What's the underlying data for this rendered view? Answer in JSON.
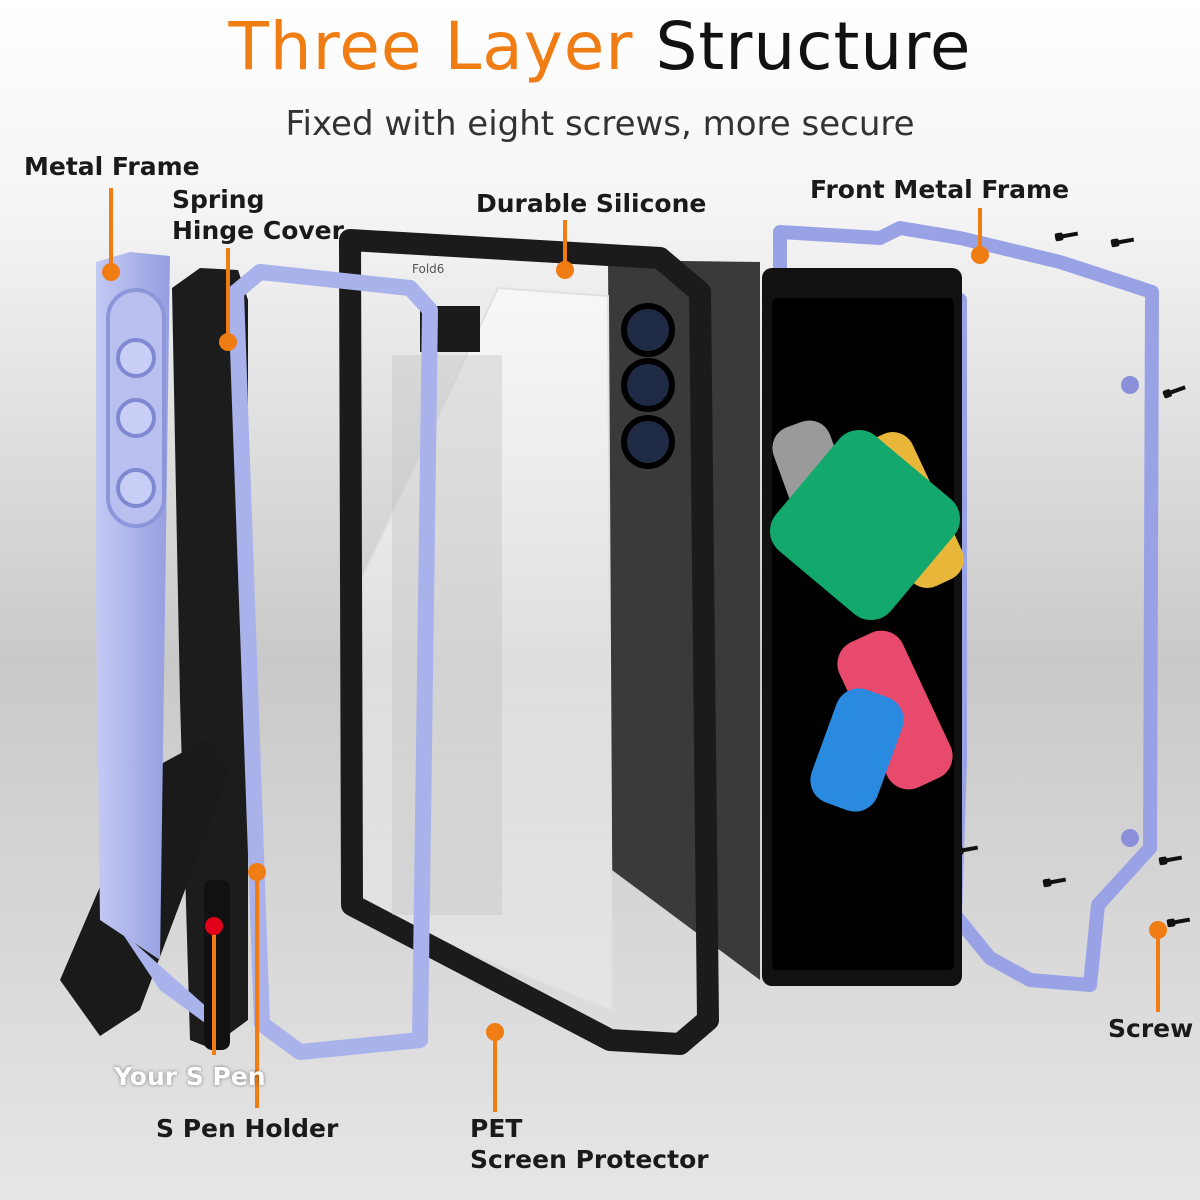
{
  "header": {
    "title_part1": "Three Layer",
    "title_part2": "Structure",
    "subtitle": "Fixed with eight screws, more secure"
  },
  "labels": {
    "metal_frame": "Metal Frame",
    "spring_line1": "Spring",
    "spring_line2": "Hinge Cover",
    "durable_silicone": "Durable Silicone",
    "front_metal_frame": "Front Metal Frame",
    "screw": "Screw",
    "your_s_pen": "Your S Pen",
    "s_pen_holder": "S Pen Holder",
    "pet_line1": "PET",
    "pet_line2": "Screen Protector"
  },
  "model_tag": "Fold6",
  "colors": {
    "accent": "#f07c14",
    "frame": "#a9b2ea",
    "silicone": "#1b1b1b",
    "marker_red": "#e0001a"
  },
  "icons": [
    "screw-icon",
    "leader-dot"
  ]
}
